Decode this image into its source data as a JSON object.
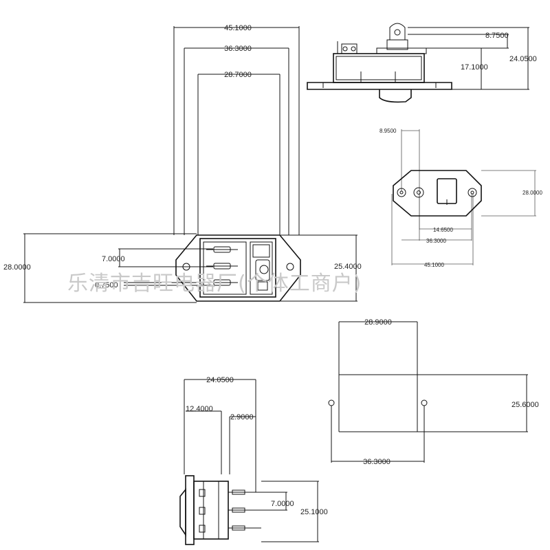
{
  "watermark": "乐清市吉旺电器厂(个体工商户)",
  "front_view": {
    "dim_width_outer": "45.1000",
    "dim_width_mid": "36.3000",
    "dim_width_inner": "28.7000",
    "dim_height_left": "28.0000",
    "dim_height_right": "25.4000",
    "dim_pin_pitch": "7.0000",
    "dim_pin_thickness": "0.7500"
  },
  "side_view_top": {
    "dim_top": "8.7500",
    "dim_body": "17.1000",
    "dim_total": "24.0500"
  },
  "back_view": {
    "dim_hole_offset": "8.9500",
    "dim_height": "28.0000",
    "dim_hole_pitch": "14.6500",
    "dim_mount_pitch": "36.3000",
    "dim_width": "45.1000"
  },
  "panel_cutout": {
    "dim_cut_width": "28.9000",
    "dim_cut_height": "25.6000",
    "dim_hole_pitch": "36.3000"
  },
  "side_view_bottom": {
    "dim_total": "24.0500",
    "dim_body": "12.4000",
    "dim_pin": "2.9000",
    "dim_pin_pitch": "7.0000",
    "dim_height": "25.1000"
  }
}
